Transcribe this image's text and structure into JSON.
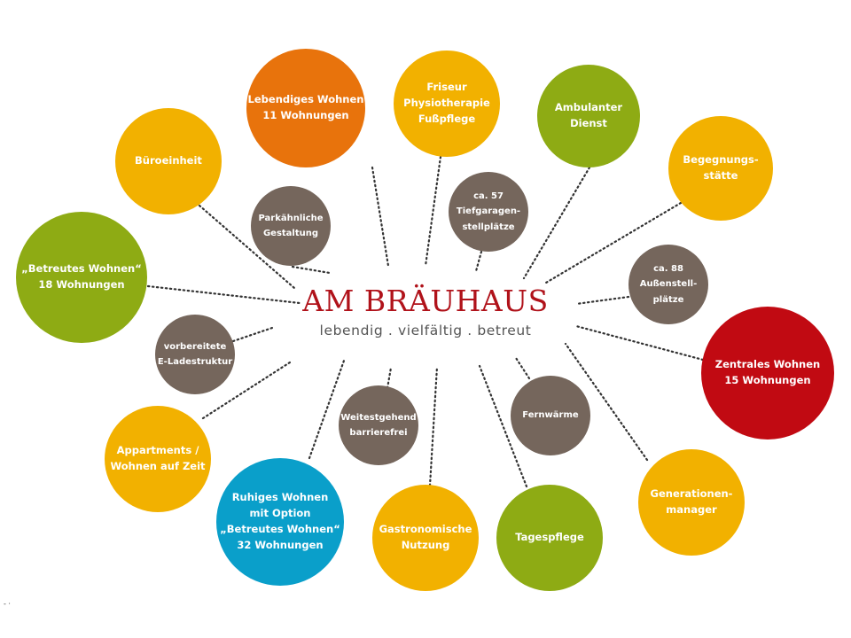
{
  "title": "AM BRÄUHAUS",
  "subtitle": "lebendig . vielfältig . betreut",
  "corner_mark": "- ·",
  "colors": {
    "orange": "#e8730c",
    "yellow": "#f2b100",
    "green": "#8eab14",
    "red": "#c10a12",
    "blue": "#0a9fca",
    "brown": "#75665c",
    "title": "#b0121a",
    "connector": "#333333"
  },
  "bubbles": [
    {
      "id": "lebendiges-wohnen",
      "color": "orange",
      "lines": [
        "Lebendiges Wohnen",
        "11 Wohnungen"
      ]
    },
    {
      "id": "friseur",
      "color": "yellow",
      "lines": [
        "Friseur",
        "Physiotherapie",
        "Fußpflege"
      ]
    },
    {
      "id": "ambulanter-dienst",
      "color": "green",
      "lines": [
        "Ambulanter",
        "Dienst"
      ]
    },
    {
      "id": "bueroeinheit",
      "color": "yellow",
      "lines": [
        "Büroeinheit"
      ]
    },
    {
      "id": "begegnungsstaette",
      "color": "yellow",
      "lines": [
        "Begegnungs-",
        "stätte"
      ]
    },
    {
      "id": "betreutes-wohnen",
      "color": "green",
      "lines": [
        "„Betreutes Wohnen“",
        "18 Wohnungen"
      ]
    },
    {
      "id": "zentrales-wohnen",
      "color": "red",
      "lines": [
        "Zentrales Wohnen",
        "15 Wohnungen"
      ]
    },
    {
      "id": "appartments",
      "color": "yellow",
      "lines": [
        "Appartments /",
        "Wohnen auf Zeit"
      ]
    },
    {
      "id": "generationenmanager",
      "color": "yellow",
      "lines": [
        "Generationen-",
        "manager"
      ]
    },
    {
      "id": "ruhiges-wohnen",
      "color": "blue",
      "lines": [
        "Ruhiges Wohnen",
        "mit Option",
        "„Betreutes Wohnen“",
        "32 Wohnungen"
      ]
    },
    {
      "id": "gastronomische-nutzung",
      "color": "yellow",
      "lines": [
        "Gastronomische",
        "Nutzung"
      ]
    },
    {
      "id": "tagespflege",
      "color": "green",
      "lines": [
        "Tagespflege"
      ]
    },
    {
      "id": "parkaehnliche-gestaltung",
      "color": "brown",
      "lines": [
        "Parkähnliche",
        "Gestaltung"
      ]
    },
    {
      "id": "tiefgaragen",
      "color": "brown",
      "lines": [
        "ca. 57",
        "Tiefgaragen-",
        "stellplätze"
      ]
    },
    {
      "id": "aussenstellplaetze",
      "color": "brown",
      "lines": [
        "ca. 88",
        "Außenstell-",
        "plätze"
      ]
    },
    {
      "id": "e-ladestruktur",
      "color": "brown",
      "lines": [
        "vorbereitete",
        "E-Ladestruktur"
      ]
    },
    {
      "id": "barrierefrei",
      "color": "brown",
      "lines": [
        "Weitestgehend",
        "barrierefrei"
      ]
    },
    {
      "id": "fernwaerme",
      "color": "brown",
      "lines": [
        "Fernwärme"
      ]
    }
  ]
}
